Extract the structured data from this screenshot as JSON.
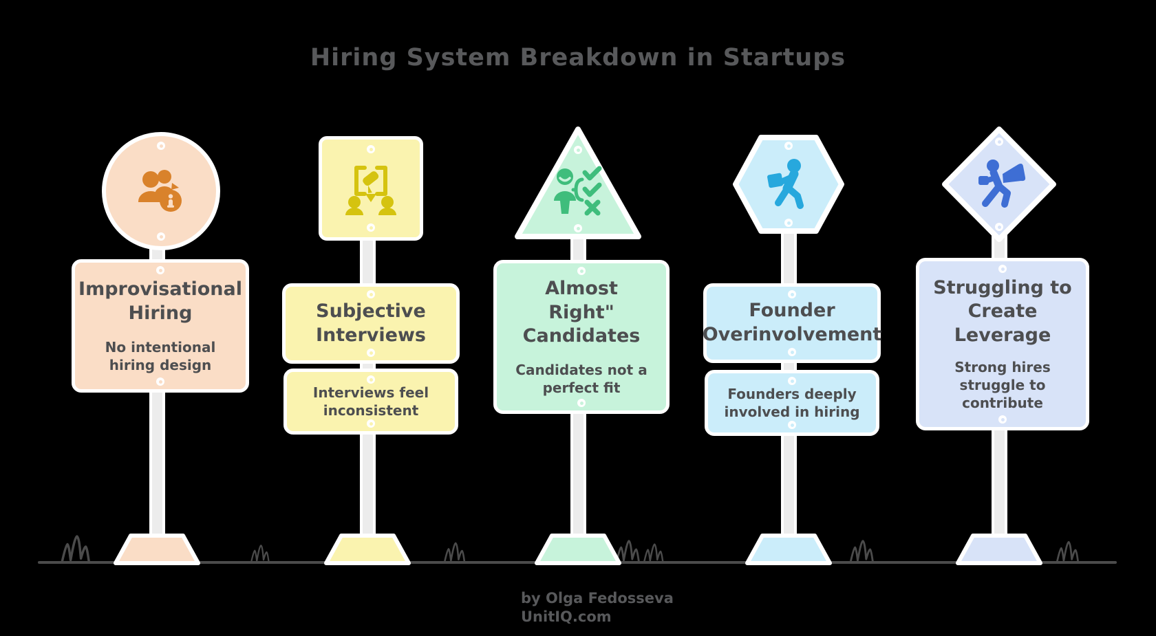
{
  "page": {
    "title": "Hiring System Breakdown in Startups",
    "background_color": "#000000",
    "title_color": "#58595B",
    "text_color": "#4D4E50",
    "ground_color": "#4B4B4B",
    "pole_color": "#ECECEC"
  },
  "signs": [
    {
      "name": "improvisational-hiring",
      "shape": "circle",
      "icon": "people-info-icon",
      "title": "Improvisational\nHiring",
      "description": "No intentional\nhiring design",
      "fill": "#FADDC6",
      "icon_color": "#D9822B"
    },
    {
      "name": "subjective-interviews",
      "shape": "square",
      "icon": "interview-presentation-icon",
      "title": "Subjective\nInterviews",
      "description": "Interviews feel\ninconsistent",
      "fill": "#FAF3AF",
      "icon_color": "#D5C30F"
    },
    {
      "name": "almost-right-candidates",
      "shape": "triangle",
      "icon": "candidate-checklist-icon",
      "title": "Almost\nRight\"\nCandidates",
      "description": "Candidates not a\nperfect fit",
      "fill": "#C7F3DB",
      "icon_color": "#3FBD7C"
    },
    {
      "name": "founder-overinvolvement",
      "shape": "hexagon",
      "icon": "founder-carrying-box-icon",
      "title": "Founder\nOverinvolvement",
      "description": "Founders deeply\ninvolved in hiring",
      "fill": "#CBEDFA",
      "icon_color": "#27A8DD"
    },
    {
      "name": "struggling-to-create-leverage",
      "shape": "diamond",
      "icon": "running-person-megaphone-icon",
      "title": "Struggling to\nCreate\nLeverage",
      "description": "Strong hires\nstruggle to\ncontribute",
      "fill": "#D8E3F8",
      "icon_color": "#3E6ED4"
    }
  ],
  "footer": {
    "byline": "by Olga Fedosseva",
    "website": "UnitIQ.com"
  }
}
